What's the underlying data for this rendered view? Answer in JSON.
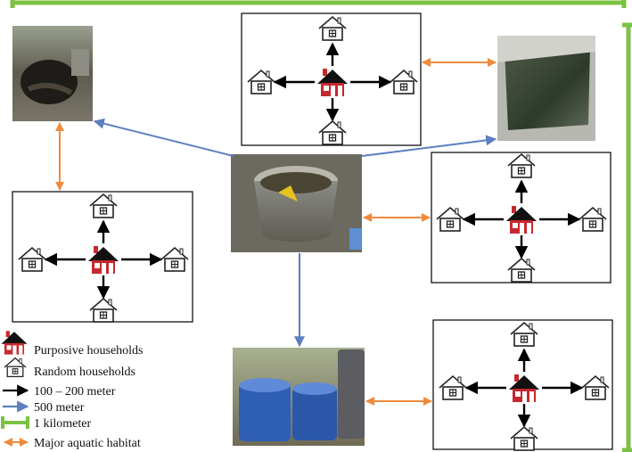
{
  "legend": {
    "purposive": "Purposive households",
    "random": "Random households",
    "short_distance": "100 – 200 meter",
    "long_distance": "500 meter",
    "kilometer": "1 kilometer",
    "habitat": "Major aquatic habitat"
  },
  "colors": {
    "green_bar": "#7cc142",
    "blue_arrow": "#5b7fbf",
    "orange_arrow": "#f08a3c",
    "black_arrow": "#000000",
    "house_red": "#c7282e",
    "roof_black": "#111111"
  },
  "photos": [
    {
      "name": "dug-well-photo",
      "icon": "well-icon"
    },
    {
      "name": "pond-photo",
      "icon": "pond-icon"
    },
    {
      "name": "bucket-photo",
      "icon": "bucket-icon"
    },
    {
      "name": "barrels-photo",
      "icon": "barrel-icon"
    }
  ]
}
